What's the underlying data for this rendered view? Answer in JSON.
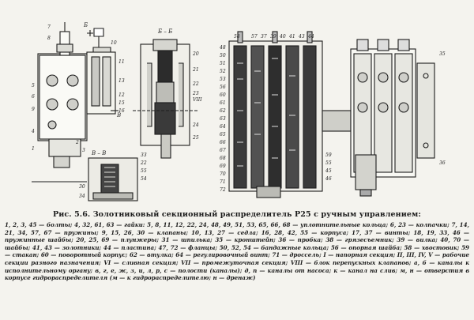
{
  "figure": {
    "section_labels": [
      "Б – Б",
      "В – В",
      "Б",
      "В"
    ],
    "left_labels": [
      "7",
      "8",
      "10",
      "11",
      "12",
      "15",
      "13",
      "16",
      "5",
      "6",
      "9",
      "1",
      "4",
      "2",
      "3"
    ],
    "middle_labels": [
      "20",
      "21",
      "22",
      "23",
      "VIII",
      "24",
      "25",
      "33",
      "22",
      "55",
      "54",
      "30",
      "34"
    ],
    "right_labels": [
      "58",
      "57",
      "37",
      "39",
      "40",
      "41",
      "43",
      "44",
      "48",
      "50",
      "51",
      "35",
      "52",
      "53",
      "56",
      "60",
      "61",
      "62",
      "63",
      "64",
      "65",
      "66",
      "67",
      "68",
      "69",
      "70",
      "71",
      "72",
      "59",
      "55",
      "45",
      "46",
      "36"
    ]
  },
  "caption": {
    "title": "Рис. 5.6. Золотниковый секционный распределитель Р25 с ручным управлением:",
    "body": "1, 2, 3, 45 — болты; 4, 32, 61, 63 — гайки: 5, 8, 11, 12, 22, 24, 48, 49, 51, 53, 65, 66, 68 — уплотнительные кольца; 6, 23 — колпачки; 7, 14, 21, 34, 57, 67 — пружины; 9, 15, 26, 30 — клапаны; 10, 13, 27 — седла; 16, 28, 42, 55 — корпуса; 17, 37 — винты; 18, 19, 33, 46 — пружинные шайбы; 20, 25, 69 — плунжеры; 31 — шпилька; 35 — кронштейн; 36 — пробка; 38 — грязесъемник; 39 — вилка; 40, 70 — шайбы; 41, 43 — золотники; 44 — пластина; 47, 72 — фланцы; 50, 52, 54 — бандажные кольца; 56 — опорная шайба; 58 — хвостовик; 59 — стакан; 60 — поворотный корпус; 62 — втулка; 64 — регулировочный винт; 71 — дроссель; I — напорная секция; II, III, IV, V — рабочие секции разного назначения; VI — сливная секция; VII — промежуточная секция; VIII — блок перепускных клапанов; а, б — каналы к исполнительному органу; в, г, е, ж, з, и, л, р, с — полости (каналы); д, п — каналы от насоса; к — канал на слив; м, н — отверстия в корпусе гидрораспределителя (м — к гидрораспределителю; н — дренаж)"
  }
}
